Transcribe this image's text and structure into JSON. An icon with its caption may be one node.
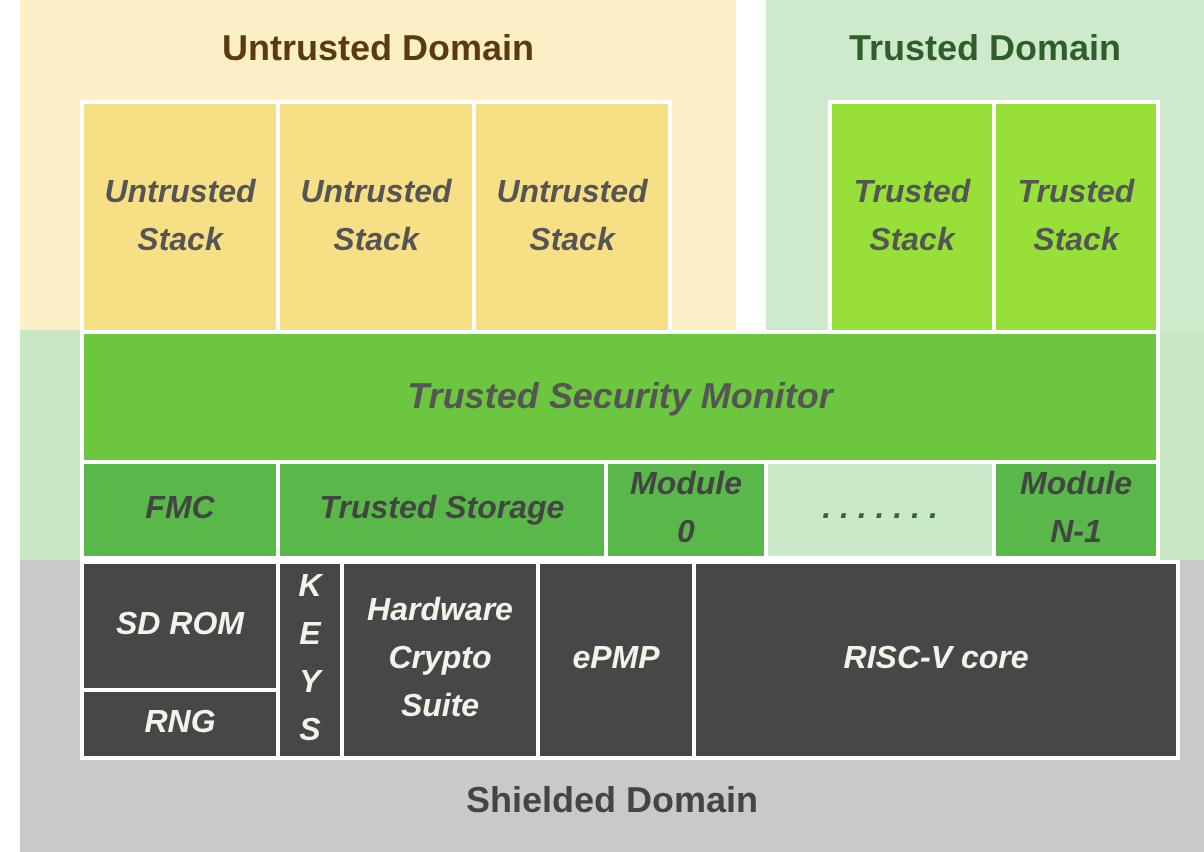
{
  "diagram": {
    "nodes": [
      {
        "text": [
          "Untrusted Domain"
        ]
      },
      {
        "text": [
          "Untrusted Stack"
        ],
        "in": 0
      },
      {
        "text": [
          "Untrusted Stack"
        ],
        "in": 0
      },
      {
        "text": [
          "Untrusted Stack"
        ],
        "in": 0
      },
      {
        "text": [
          "Trusted Domain"
        ]
      },
      {
        "text": [
          "Trusted Stack"
        ],
        "in": 4
      },
      {
        "text": [
          "Trusted Stack"
        ],
        "in": 4
      },
      {
        "text": [
          "Trusted Security Monitor"
        ]
      },
      {
        "text": [
          "FMC"
        ]
      },
      {
        "text": [
          "Trusted Storage"
        ]
      },
      {
        "text": [
          "Module 0"
        ]
      },
      {
        "text": [
          ". . . . . . ."
        ]
      },
      {
        "text": [
          "Module N-1"
        ]
      },
      {
        "text": [
          "Shielded Domain"
        ]
      },
      {
        "text": [
          "SD ROM"
        ],
        "in": 13
      },
      {
        "text": [
          "RNG"
        ],
        "in": 13
      },
      {
        "text": [
          "KEYS"
        ],
        "in": 13
      },
      {
        "text": [
          "Hardware Crypto Suite"
        ],
        "in": 13
      },
      {
        "text": [
          "ePMP"
        ],
        "in": 13
      },
      {
        "text": [
          "RISC-V core"
        ],
        "in": 13
      }
    ]
  }
}
